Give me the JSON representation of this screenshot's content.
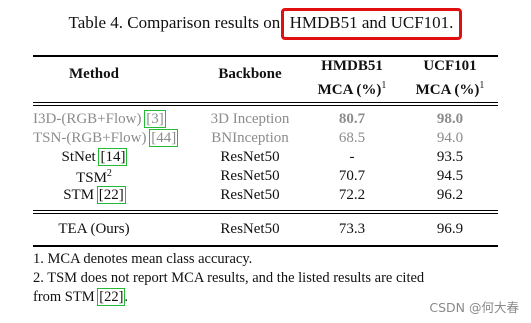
{
  "caption": {
    "prefix": "Table 4.  Comparison results on ",
    "highlighted": "HMDB51 and UCF101."
  },
  "headers": {
    "method": "Method",
    "backbone": "Backbone",
    "hmdb_l1": "HMDB51",
    "hmdb_l2": "MCA (%)",
    "hmdb_sup": "1",
    "ucf_l1": "UCF101",
    "ucf_l2": "MCA (%)",
    "ucf_sup": "1"
  },
  "rows": [
    {
      "method": "I3D-(RGB+Flow) ",
      "ref": "[3]",
      "backbone": "3D Inception",
      "hmdb": "80.7",
      "ucf": "98.0"
    },
    {
      "method": "TSN-(RGB+Flow) ",
      "ref": "[44]",
      "backbone": "BNInception",
      "hmdb": "68.5",
      "ucf": "94.0"
    },
    {
      "method": "StNet ",
      "ref": "[14]",
      "backbone": "ResNet50",
      "hmdb": "-",
      "ucf": "93.5"
    },
    {
      "method": "TSM",
      "sup": "2",
      "backbone": "ResNet50",
      "hmdb": "70.7",
      "ucf": "94.5"
    },
    {
      "method": "STM ",
      "ref": "[22]",
      "backbone": "ResNet50",
      "hmdb": "72.2",
      "ucf": "96.2"
    }
  ],
  "ours": {
    "method": "TEA (Ours)",
    "backbone": "ResNet50",
    "hmdb": "73.3",
    "ucf": "96.9"
  },
  "notes": {
    "n1": "1.  MCA denotes mean class accuracy.",
    "n2a": "2.  TSM does not report MCA results, and the listed results are cited",
    "n2b_pre": "from STM ",
    "n2b_ref": "[22]",
    "n2b_post": "."
  },
  "watermark": "CSDN @何大春"
}
